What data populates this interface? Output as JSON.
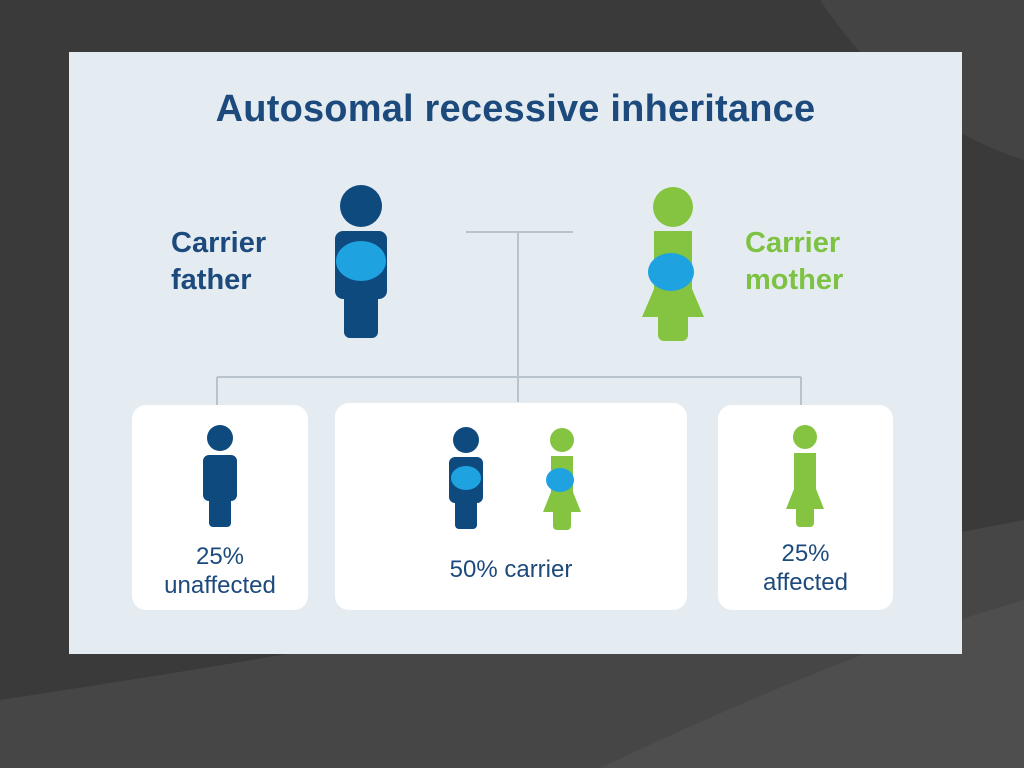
{
  "title": "Autosomal recessive inheritance",
  "parents": {
    "father": {
      "line1": "Carrier",
      "line2": "father"
    },
    "mother": {
      "line1": "Carrier",
      "line2": "mother"
    }
  },
  "outcomes": {
    "unaffected": {
      "line1": "25%",
      "line2": "unaffected"
    },
    "carrier": {
      "text": "50% carrier"
    },
    "affected": {
      "line1": "25%",
      "line2": "affected"
    }
  },
  "colors": {
    "male": "#0e4a7e",
    "female": "#84c441",
    "gene": "#1ea3e0",
    "connector": "#b8c4cc"
  }
}
